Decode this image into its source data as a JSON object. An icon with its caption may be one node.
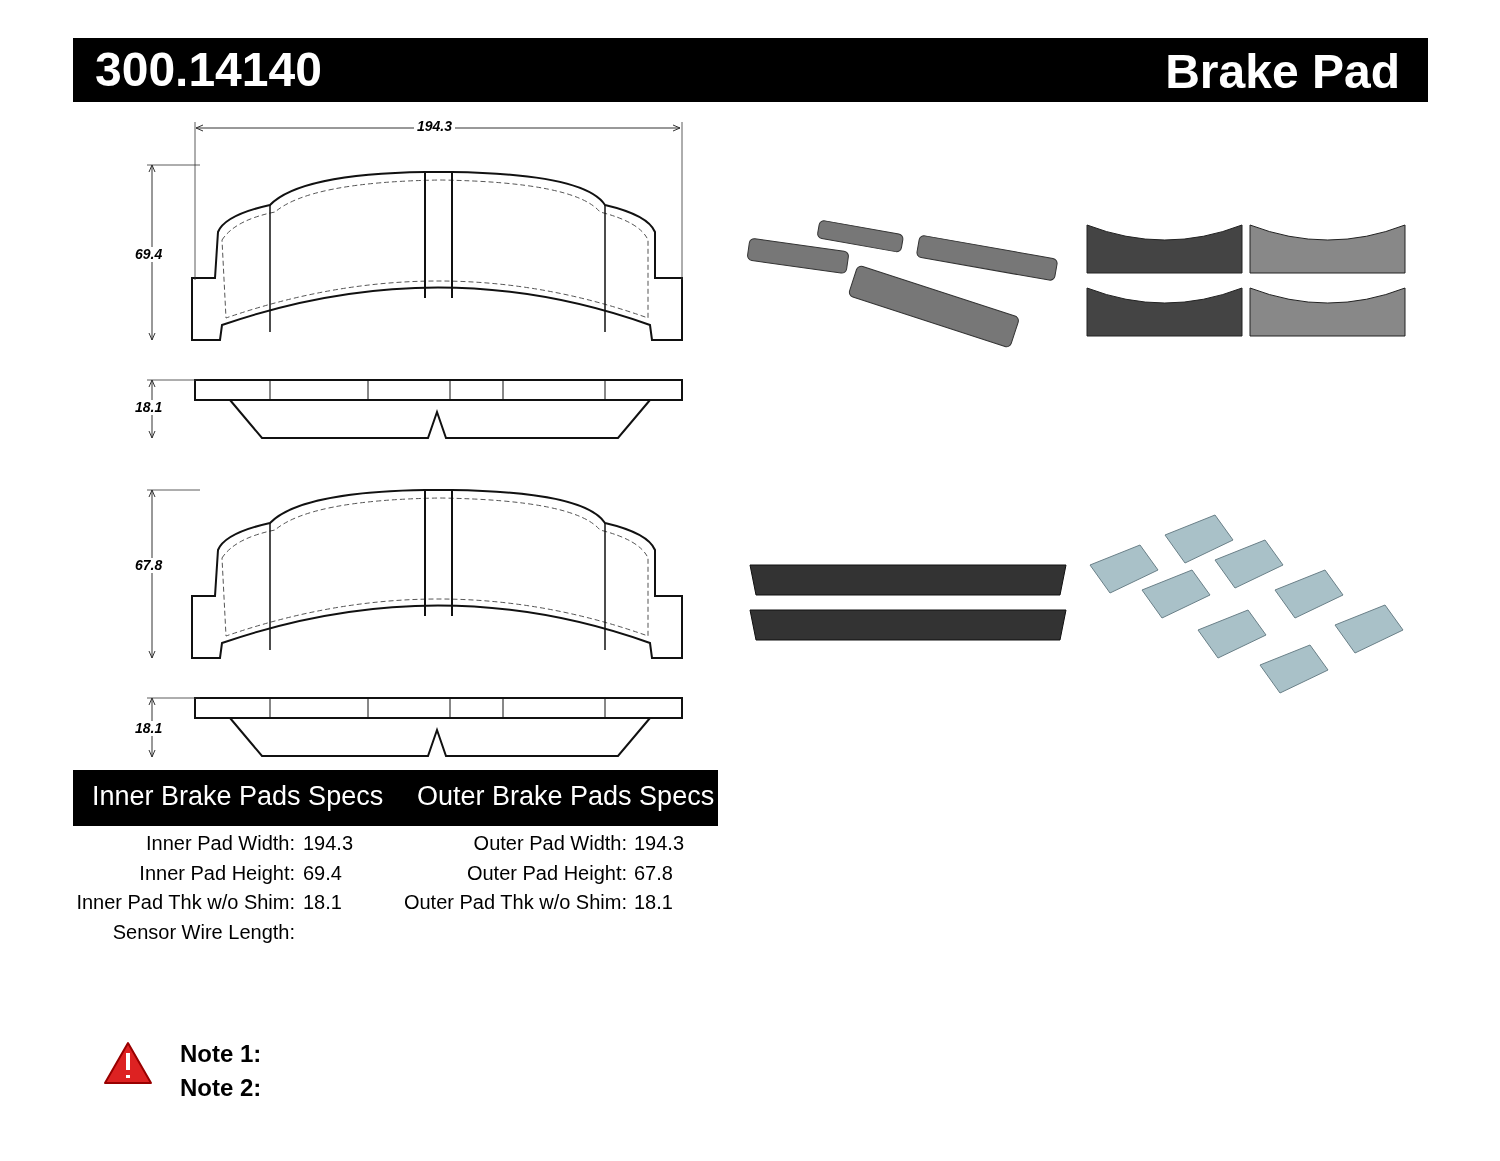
{
  "diagram": {
    "title": "300.14140",
    "labels": [
      "Brake Pad",
      "194.3",
      "69.4",
      "18.1",
      "67.8",
      "18.1",
      "Inner Brake Pads Specs",
      "Outer Brake Pads Specs",
      "Inner Pad Width:",
      "194.3",
      "Outer Pad Width:",
      "194.3",
      "Inner Pad Height:",
      "69.4",
      "Outer Pad Height:",
      "67.8",
      "Inner Pad Thk w/o Shim:",
      "18.1",
      "Outer Pad Thk w/o Shim:",
      "18.1",
      "Sensor Wire Length:",
      "Note 1:",
      "Note 2:"
    ]
  }
}
